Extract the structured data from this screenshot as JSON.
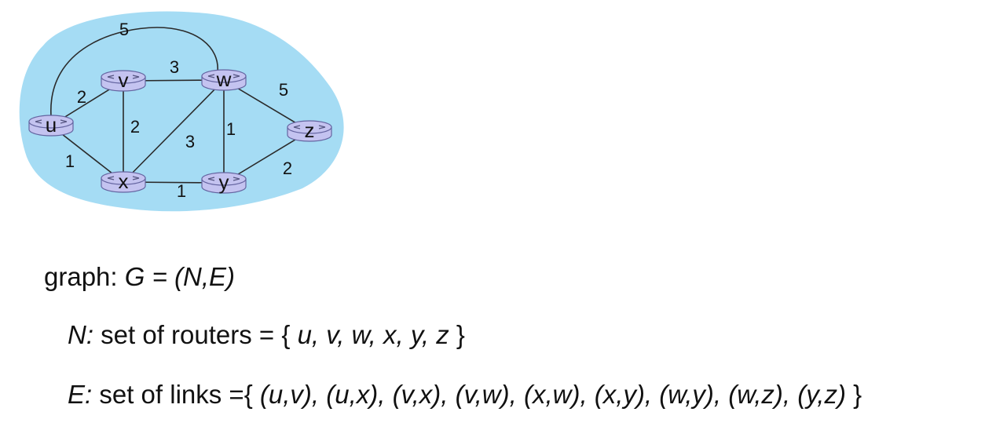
{
  "diagram": {
    "nodes": [
      {
        "id": "u",
        "label": "u"
      },
      {
        "id": "v",
        "label": "v"
      },
      {
        "id": "w",
        "label": "w"
      },
      {
        "id": "x",
        "label": "x"
      },
      {
        "id": "y",
        "label": "y"
      },
      {
        "id": "z",
        "label": "z"
      }
    ],
    "edges": [
      {
        "from": "u",
        "to": "v",
        "cost": "2"
      },
      {
        "from": "u",
        "to": "x",
        "cost": "1"
      },
      {
        "from": "u",
        "to": "w",
        "cost": "5"
      },
      {
        "from": "v",
        "to": "w",
        "cost": "3"
      },
      {
        "from": "v",
        "to": "x",
        "cost": "2"
      },
      {
        "from": "x",
        "to": "w",
        "cost": "3"
      },
      {
        "from": "x",
        "to": "y",
        "cost": "1"
      },
      {
        "from": "w",
        "to": "y",
        "cost": "1"
      },
      {
        "from": "w",
        "to": "z",
        "cost": "5"
      },
      {
        "from": "y",
        "to": "z",
        "cost": "2"
      }
    ],
    "colors": {
      "cloud": "#a5dcf4",
      "router": "#c4c3f0",
      "router_stroke": "#6464a0",
      "link": "#2a2a2a"
    }
  },
  "text": {
    "graph_prefix": "graph: ",
    "graph_def": "G = (N,E)",
    "nodes_label": "N:",
    "nodes_text": " set of routers = { ",
    "nodes_set": "u, v, w, x, y, z",
    "nodes_close": " }",
    "edges_label": "E:",
    "edges_text": " set of links ={ ",
    "edges_set": "(u,v), (u,x), (v,x), (v,w), (x,w), (x,y), (w,y), (w,z), (y,z)",
    "edges_close": " }"
  }
}
